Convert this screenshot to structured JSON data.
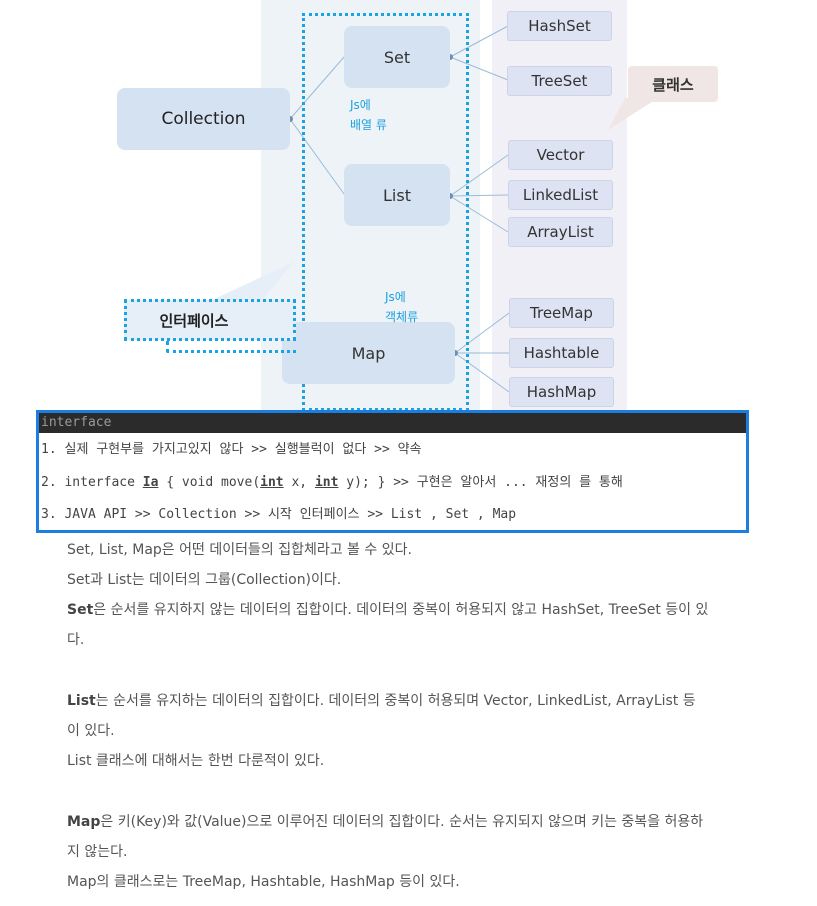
{
  "diagram": {
    "collection": "Collection",
    "interfaces": {
      "set": "Set",
      "list": "List",
      "map": "Map"
    },
    "set_classes": [
      "HashSet",
      "TreeSet"
    ],
    "list_classes": [
      "Vector",
      "LinkedList",
      "ArrayList"
    ],
    "map_classes": [
      "TreeMap",
      "Hashtable",
      "HashMap"
    ],
    "class_label": "클래스",
    "interface_label": "인터페이스",
    "note_array": [
      "Js에",
      "배열 류"
    ],
    "note_object": [
      "Js에",
      "객체류"
    ]
  },
  "code": {
    "header": "interface",
    "line1": "1. 실제 구현부를 가지고있지 않다 >> 실행블럭이 없다 >> 약속",
    "line2_a": "2. interface ",
    "line2_ia": "Ia",
    "line2_b": " { void move(",
    "line2_int1": "int",
    "line2_c": " x, ",
    "line2_int2": "int",
    "line2_d": " y); } >> 구현은 알아서 ... 재정의 를 통해",
    "line3": "3. JAVA API >> Collection >> 시작 인터페이스 >> List , Set , Map"
  },
  "paragraphs": {
    "p1": "Set, List, Map은 어떤 데이터들의 집합체라고 볼 수 있다.",
    "p2": "Set과 List는 데이터의 그룹(Collection)이다.",
    "p3_bold": "Set",
    "p3_rest": "은 순서를 유지하지 않는 데이터의 집합이다. 데이터의 중복이 허용되지 않고 HashSet, TreeSet 등이 있",
    "p3_wrap": "다.",
    "p4_bold": "List",
    "p4_rest": "는 순서를 유지하는 데이터의 집합이다. 데이터의 중복이 허용되며 Vector, LinkedList, ArrayList 등",
    "p4_wrap": "이 있다.",
    "p5": "List 클래스에 대해서는 한번 다룬적이 있다.",
    "p6_bold": "Map",
    "p6_rest": "은 키(Key)와 값(Value)으로 이루어진 데이터의 집합이다. 순서는 유지되지 않으며 키는 중복을 허용하",
    "p6_wrap": "지 않는다.",
    "p7": "Map의 클래스로는 TreeMap, Hashtable, HashMap 등이 있다."
  }
}
